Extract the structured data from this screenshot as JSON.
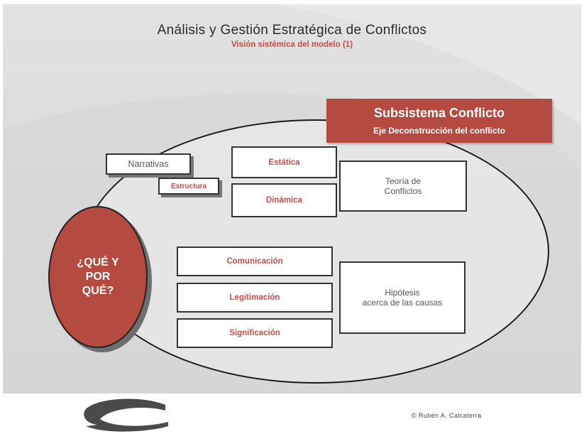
{
  "slide": {
    "title": "Análisis y Gestión Estratégica de Conflictos",
    "subtitle": "Visión sistémica del modelo (1)"
  },
  "header": {
    "line1": "Subsistema Conflicto",
    "line2": "Eje Deconstrucción del conflicto"
  },
  "nodes": {
    "narrativas": "Narrativas",
    "estructura": "Estructura",
    "estatica": "Estática",
    "dinamica": "Dinámica",
    "teoria": "Teoría de\nConflictos",
    "comunicacion": "Comunicación",
    "legitimacion": "Legitimación",
    "significacion": "Significación",
    "hipotesis": "Hipótesis\nacerca de las causas"
  },
  "question": "¿QUÉ Y\nPOR\nQUÉ?",
  "footer": {
    "copyright": "© Rubén A. Calcaterra"
  },
  "colors": {
    "accent_red": "#b54a41",
    "label_red": "#c0504d",
    "background_gray": "#dcdcdc"
  }
}
